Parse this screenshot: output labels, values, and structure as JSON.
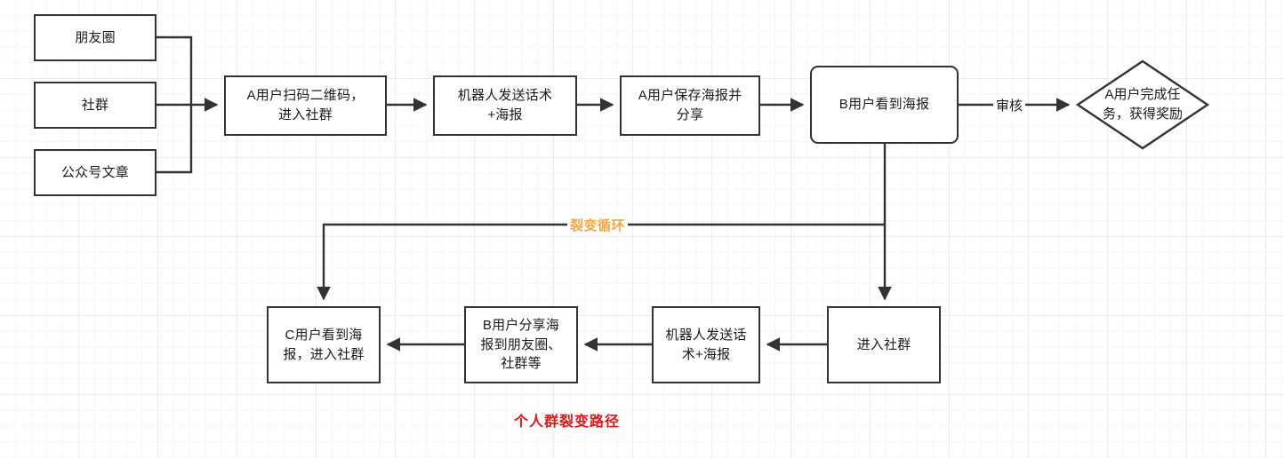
{
  "diagram": {
    "title_caption": "个人群裂变路径",
    "colors": {
      "stroke": "#333333",
      "node_fill": "#ffffff",
      "text": "#1a1a1a",
      "accent_loop": "#f5a742",
      "caption_red": "#ee1111",
      "grid_minor": "#f6f6f6",
      "grid_major": "#ececec"
    },
    "nodes": {
      "source_moments": "朋友圈",
      "source_group": "社群",
      "source_article": "公众号文章",
      "scan_qr": "A用户扫码二维码，\n进入社群",
      "bot_send_1": "机器人发送话术\n+海报",
      "save_share": "A用户保存海报并\n分享",
      "user_b_sees": "B用户看到海报",
      "reward": "A用户完成任务，获得奖励",
      "enter_group": "进入社群",
      "bot_send_2": "机器人发送话\n术+海报",
      "user_b_shares": "B用户分享海\n报到朋友圈、\n社群等",
      "user_c_sees": "C用户看到海\n报，进入社群"
    },
    "edge_labels": {
      "review": "审核",
      "fission_loop": "裂变循环"
    }
  }
}
